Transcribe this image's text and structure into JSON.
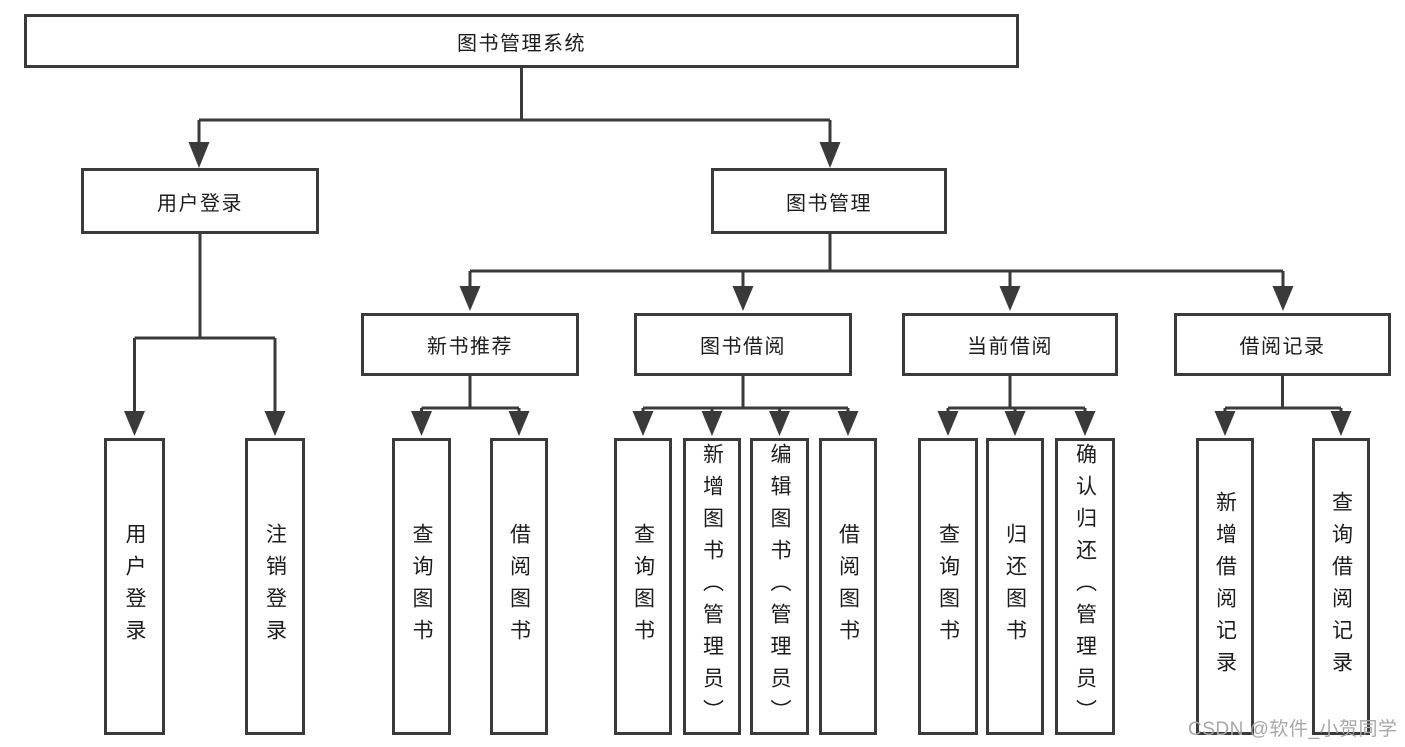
{
  "root": {
    "label": "图书管理系统"
  },
  "level2": {
    "user_login": "用户登录",
    "book_mgmt": "图书管理"
  },
  "level3": {
    "new_books": "新书推荐",
    "book_borrow": "图书借阅",
    "current_borrow": "当前借阅",
    "borrow_records": "借阅记录"
  },
  "leaves": {
    "user": [
      "用户登录",
      "注销登录"
    ],
    "new_books": [
      "查询图书",
      "借阅图书"
    ],
    "book_borrow": [
      "查询图书",
      "新增图书（管理员）",
      "编辑图书（管理员）",
      "借阅图书"
    ],
    "current_borrow": [
      "查询图书",
      "归还图书",
      "确认归还（管理员）"
    ],
    "borrow_records": [
      "新增借阅记录",
      "查询借阅记录"
    ]
  },
  "watermark": "CSDN @软件_小贺同学",
  "colors": {
    "line": "#3a3a3a",
    "box_border": "#3a3a3a",
    "text": "#1c1c1c",
    "watermark": "#a8a8a8",
    "background": "#ffffff"
  }
}
